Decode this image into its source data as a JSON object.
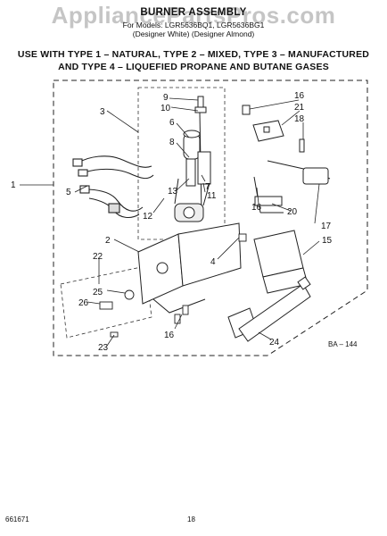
{
  "header": {
    "title": "BURNER ASSEMBLY",
    "subtitle_line1": "For Models: LGR5636BQ1, LGR5636BG1",
    "subtitle_line2": "(Designer White) (Designer Almond)",
    "watermark": "AppliancePartsPros.com"
  },
  "gas_types": {
    "line1": "USE WITH TYPE 1 – NATURAL, TYPE 2 – MIXED, TYPE 3 – MANUFACTURED",
    "line2": "AND TYPE 4 – LIQUEFIED PROPANE AND BUTANE GASES"
  },
  "callouts": [
    "1",
    "2",
    "3",
    "4",
    "5",
    "6",
    "7",
    "8",
    "9",
    "10",
    "11",
    "12",
    "13",
    "15",
    "16",
    "17",
    "18",
    "20",
    "21",
    "22",
    "23",
    "24",
    "25",
    "26"
  ],
  "callout_extra": {
    "c16b": "16",
    "c16c": "16"
  },
  "figure_code": "BA – 144",
  "footer": {
    "doc_number": "661671",
    "page_number": "18"
  }
}
